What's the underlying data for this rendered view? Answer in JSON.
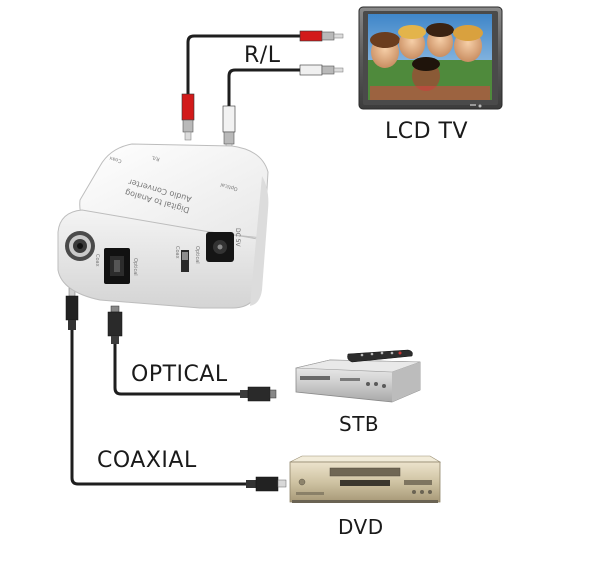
{
  "labels": {
    "rl": "R/L",
    "lcd_tv": "LCD TV",
    "optical": "OPTICAL",
    "coaxial": "COAXIAL",
    "stb": "STB",
    "dvd": "DVD"
  },
  "converter": {
    "title_line1": "Digital to Analog",
    "title_line2": "Audio Converter",
    "port_rl": "R/L",
    "port_coax_out": "Coax",
    "port_optical_out": "Optical",
    "port_dc": "DC 5V",
    "switch_coax": "Coax",
    "switch_optical": "Optical",
    "jack_coax": "Coax",
    "jack_optical": "Optical"
  },
  "colors": {
    "cable": "#1e1e1e",
    "rca_red": "#d21a1a",
    "rca_white": "#f0f0f0",
    "device_body": "#f7f7f7",
    "tv_frame": "#555555"
  }
}
